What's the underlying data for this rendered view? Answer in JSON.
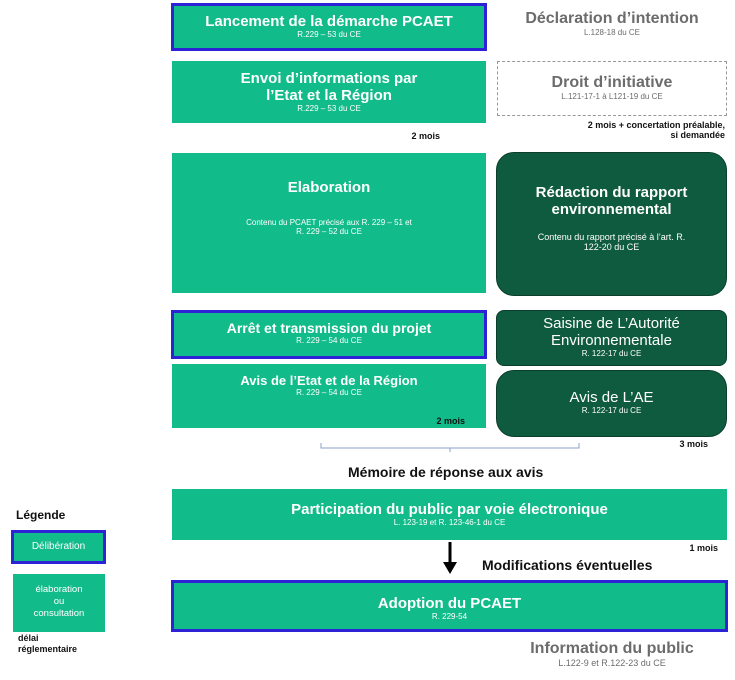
{
  "steps": {
    "lancement": {
      "title": "Lancement de la démarche PCAET",
      "ref": "R.229 – 53 du CE"
    },
    "envoi": {
      "title_l1": "Envoi d’informations par",
      "title_l2": "l’Etat et la Région",
      "ref": "R.229 – 53 du CE"
    },
    "elaboration": {
      "title": "Elaboration",
      "ref_l1": "Contenu du PCAET précisé aux R. 229 – 51  et",
      "ref_l2": "R. 229 – 52 du CE"
    },
    "arret": {
      "title": "Arrêt et transmission du projet",
      "ref": "R. 229 – 54 du CE"
    },
    "avis_etat": {
      "title": "Avis de l’Etat et de la Région",
      "ref": "R. 229 – 54 du CE"
    },
    "participation": {
      "title": "Participation du public par voie électronique",
      "ref": "L. 123-19 et R. 123-46-1 du CE"
    },
    "adoption": {
      "title": "Adoption du PCAET",
      "ref": "R. 229-54"
    }
  },
  "side": {
    "declaration": {
      "title": "Déclaration d’intention",
      "ref": "L.128-18 du CE"
    },
    "droit": {
      "title": "Droit d’initiative",
      "ref": "L.121-17-1 à L121-19 du CE"
    },
    "redaction": {
      "title_l1": "Rédaction du rapport",
      "title_l2": "environnemental",
      "ref_l1": "Contenu du rapport précisé à l’art. R.",
      "ref_l2": "122-20 du CE"
    },
    "saisine": {
      "title_l1": "Saisine de L’Autorité",
      "title_l2": "Environnementale",
      "ref": "R. 122-17 du CE"
    },
    "avis_ae": {
      "title": "Avis de L’AE",
      "ref": "R. 122-17 du CE"
    },
    "information": {
      "title": "Information du public",
      "ref": "L.122-9 et R.122-23 du CE"
    }
  },
  "delays": {
    "d1": "2 mois",
    "d2_l1": "2 mois + concertation préalable,",
    "d2_l2": "si demandée",
    "d3": "2 mois",
    "d4": "3 mois",
    "d5": "1 mois"
  },
  "labels": {
    "memoire": "Mémoire de réponse aux avis",
    "modifications": "Modifications éventuelles"
  },
  "legend": {
    "title": "Légende",
    "deliberation": "Délibération",
    "elab_l1": "élaboration",
    "elab_l2": "ou",
    "elab_l3": "consultation",
    "delai_l1": "délai",
    "delai_l2": "réglementaire"
  },
  "colors": {
    "green": "#12bb8a",
    "dark_green": "#0f5b40",
    "blue_border": "#2d22d6",
    "gray_text": "#6c6c6c"
  }
}
